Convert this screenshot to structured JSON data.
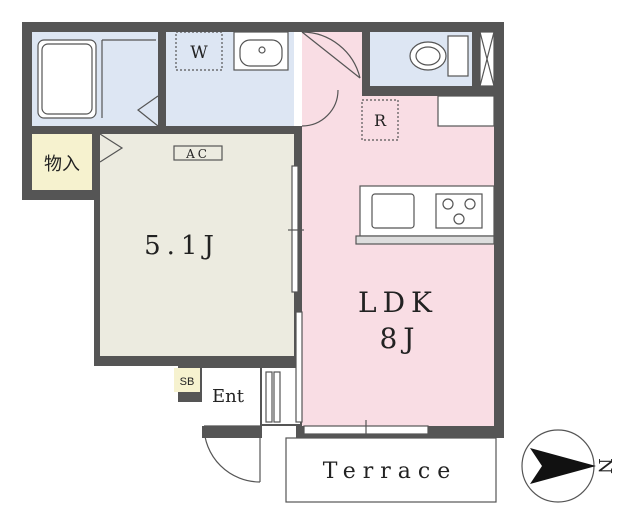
{
  "rooms": {
    "western_room": {
      "label": "5.1J"
    },
    "ldk": {
      "label": "LDK",
      "size": "8J"
    }
  },
  "labels": {
    "storage": "物入",
    "aircon": "AC",
    "washer": "W",
    "refrigerator": "R",
    "shoebox": "SB",
    "entrance": "Ent",
    "terrace": "Terrace",
    "north": "N"
  },
  "colors": {
    "wall": "#555555",
    "ldk_floor": "#f9dde4",
    "western_floor": "#ecebe0",
    "wet_area_floor": "#dde6f3",
    "storage_floor": "#f6f2cf",
    "fixture_line": "#555555"
  }
}
